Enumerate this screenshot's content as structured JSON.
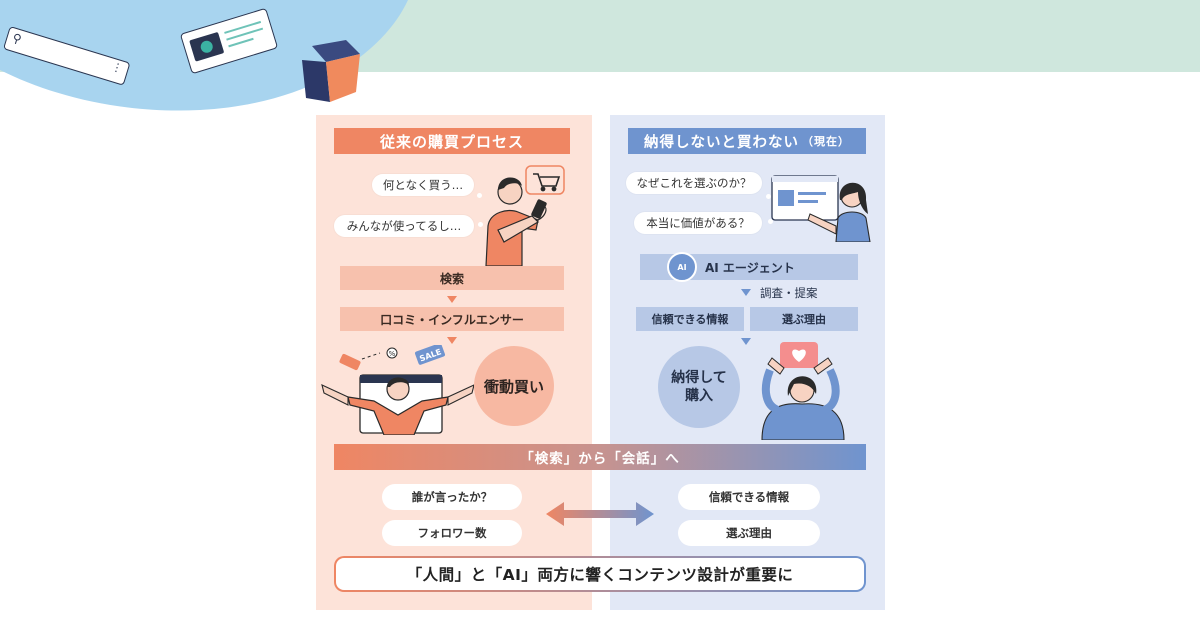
{
  "left": {
    "title": "従来の購買プロセス",
    "bubble1": "何となく買う…",
    "bubble2": "みんなが使ってるし…",
    "step1": "検索",
    "step2": "口コミ・インフルエンサー",
    "sale_tag": "SALE",
    "percent_tag": "%",
    "result": "衝動買い"
  },
  "right": {
    "title": "納得しないと買わない",
    "title_note": "（現在）",
    "bubble1": "なぜこれを選ぶのか？",
    "bubble2": "本当に価値がある？",
    "agent": "AI エージェント",
    "agent_icon_text": "AI",
    "sub_step": "調査・提案",
    "box1": "信頼できる情報",
    "box2": "選ぶ理由",
    "result_line1": "納得して",
    "result_line2": "購入"
  },
  "band": "「検索」から「会話」へ",
  "compare": {
    "left_items": [
      "誰が言ったか？",
      "フォロワー数"
    ],
    "right_items": [
      "信頼できる情報",
      "選ぶ理由"
    ]
  },
  "conclusion": "「人間」と「AI」両方に響くコンテンツ設計が重要に",
  "colors": {
    "accent_orange": "#ef8663",
    "accent_blue": "#6f94cf",
    "panel_left": "#fde3d9",
    "panel_right": "#e2e8f6"
  }
}
